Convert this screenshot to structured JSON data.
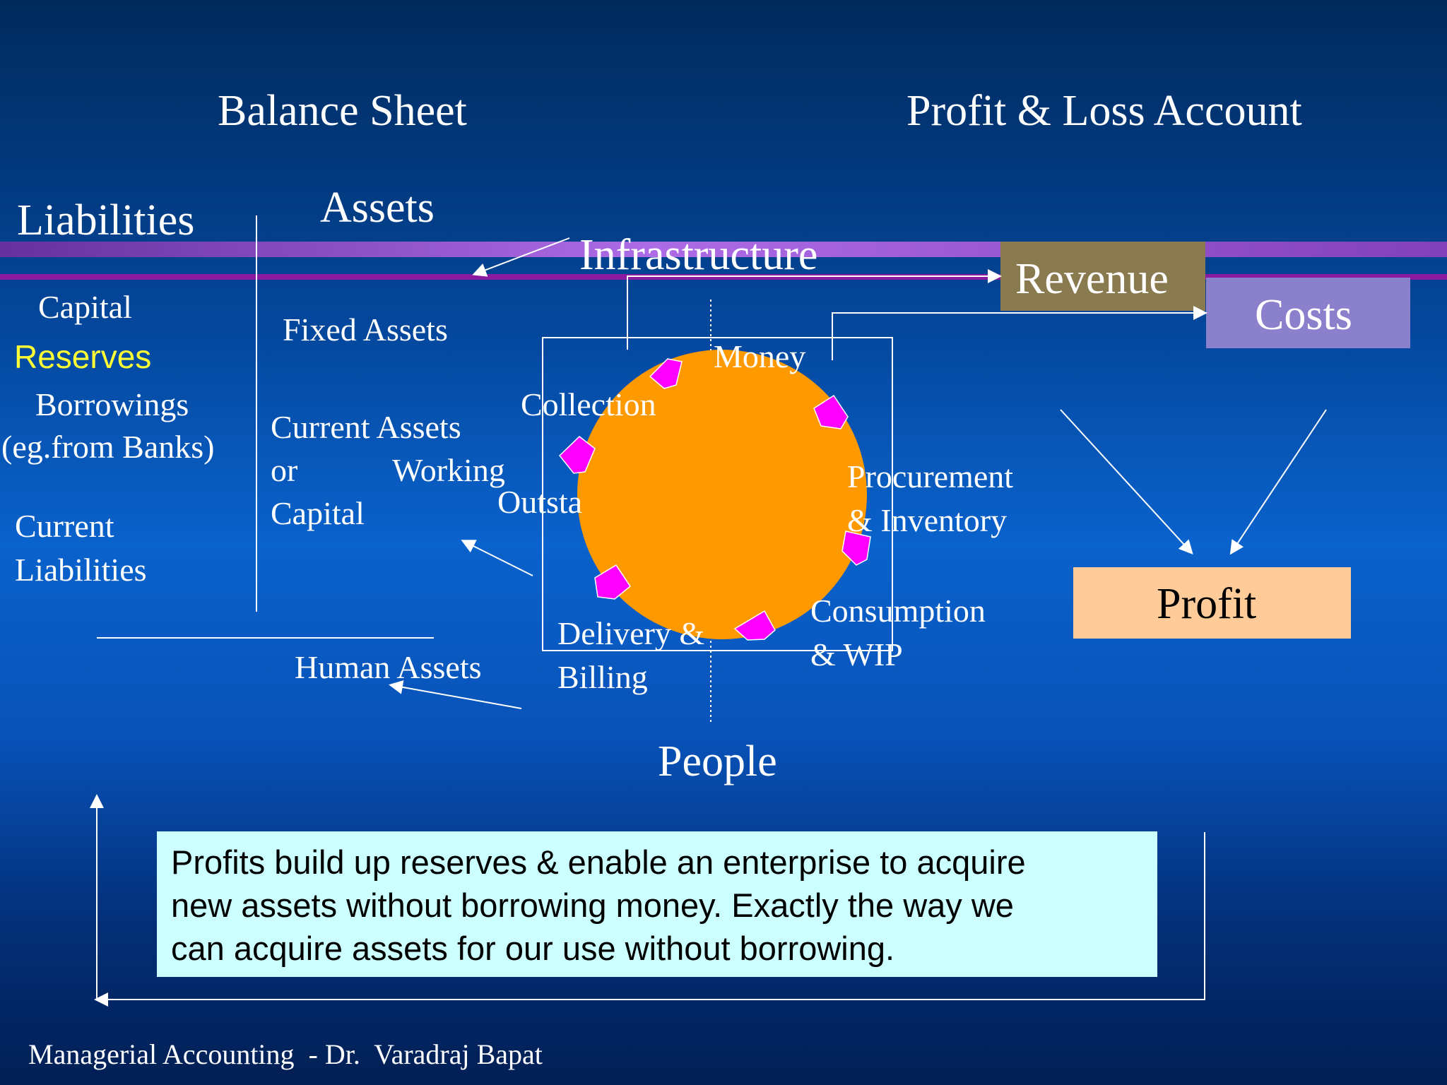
{
  "headings": {
    "balance_sheet": "Balance Sheet",
    "pl_account": "Profit & Loss Account"
  },
  "liabilities": {
    "title": "Liabilities",
    "capital": "Capital",
    "reserves": "Reserves",
    "borrowings": "Borrowings",
    "borrowings_note": "(eg.from Banks)",
    "current_1": "Current",
    "current_2": "Liabilities"
  },
  "assets": {
    "title": "Assets",
    "fixed": "Fixed Assets",
    "current_1": "Current Assets",
    "current_or": "or",
    "current_working": "Working",
    "current_capital": "Capital",
    "human": "Human Assets"
  },
  "cycle": {
    "infrastructure": "Infrastructure",
    "money": "Money",
    "collection": "Collection",
    "outstanding": "Outsta",
    "procurement_1": "Procurement",
    "procurement_2": "& Inventory",
    "consumption_1": "Consumption",
    "consumption_2": "& WIP",
    "delivery_1": "Delivery &",
    "delivery_2": "Billing",
    "people": "People"
  },
  "pl": {
    "revenue": "Revenue",
    "costs": "Costs",
    "profit": "Profit"
  },
  "note": {
    "line1": "Profits build up reserves & enable an enterprise to acquire",
    "line2": "new assets without borrowing money. Exactly the way we",
    "line3": "can acquire assets for our use without borrowing."
  },
  "footer": "Managerial Accounting  - Dr.  Varadraj Bapat",
  "colors": {
    "reserves": "#ffff33",
    "band": "#b060e0",
    "revenue_box": "#8a7a50",
    "costs_box": "#8a80cc",
    "profit_box": "#ffcc99",
    "note_box": "#ccffff",
    "cycle_circle": "#ff9900",
    "cycle_arrow": "#ff00ff"
  }
}
